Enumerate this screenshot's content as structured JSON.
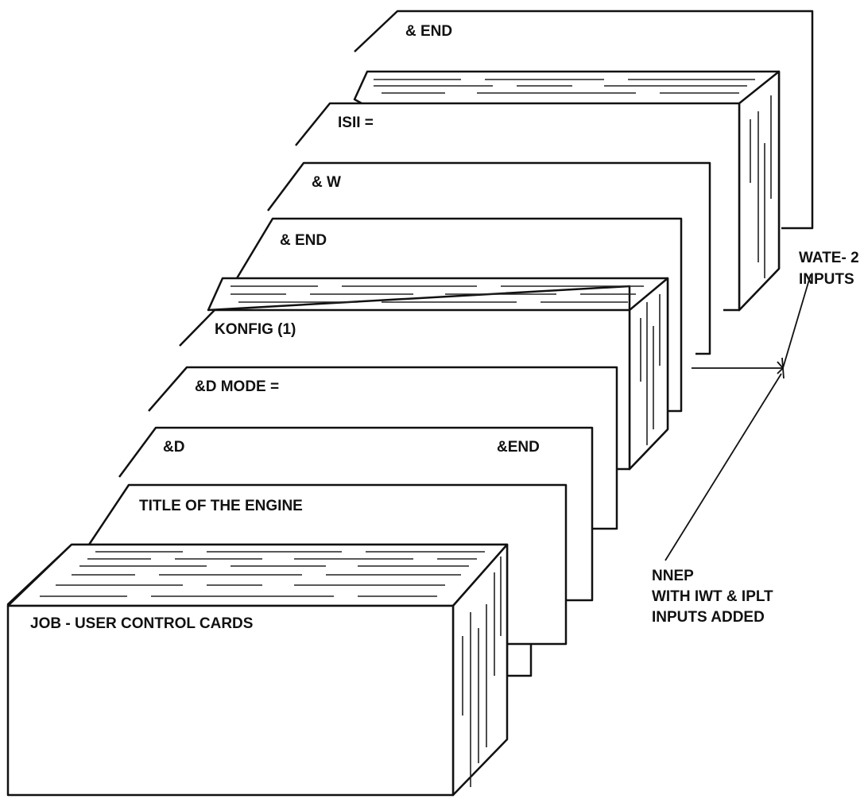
{
  "diagram": {
    "cards": {
      "end_top": "& END",
      "isii": "ISII  =",
      "w": "& W",
      "end_mid": "& END",
      "konfig": "KONFIG (1)",
      "d_mode": "&D MODE =",
      "d": "&D",
      "d_end": "&END",
      "title": "TITLE OF THE ENGINE",
      "job": "JOB - USER CONTROL CARDS"
    },
    "annotations": {
      "wate2_line1": "WATE- 2",
      "wate2_line2": "INPUTS",
      "nnep_line1": "NNEP",
      "nnep_line2": "WITH IWT & IPLT",
      "nnep_line3": "INPUTS ADDED"
    }
  }
}
